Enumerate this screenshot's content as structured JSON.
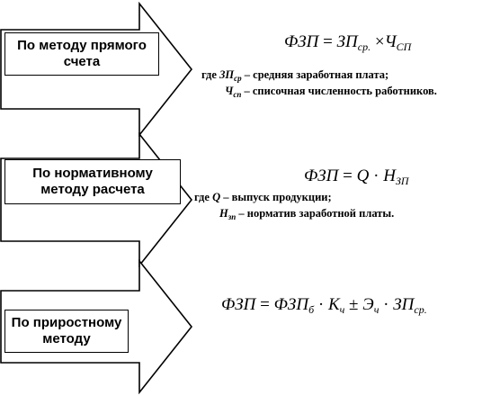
{
  "methods": [
    {
      "label": "По методу прямого счета",
      "formula": {
        "lhs": "ФЗП",
        "eq": "=",
        "t1": "ЗП",
        "t1_sub": "ср.",
        "op1": "×",
        "t2": "Ч",
        "t2_sub": "СП"
      },
      "notes": [
        {
          "prefix": "где ",
          "sym": "ЗП",
          "sub": "ср",
          "text": " – средняя заработная плата;"
        },
        {
          "prefix": "",
          "sym": "Ч",
          "sub": "сп",
          "text": " – списочная численность работников."
        }
      ]
    },
    {
      "label": "По нормативному методу расчета",
      "formula": {
        "lhs": "ФЗП",
        "eq": "=",
        "t1": "Q",
        "op1": "·",
        "t2": "Н",
        "t2_sub": "ЗП"
      },
      "notes": [
        {
          "prefix": "где ",
          "sym": "Q",
          "sub": "",
          "text": " – выпуск продукции;"
        },
        {
          "prefix": "",
          "sym": "Н",
          "sub": "зп",
          "text": " – норматив заработной платы."
        }
      ]
    },
    {
      "label": "По приростному методу",
      "formula": {
        "lhs": "ФЗП",
        "eq": "=",
        "t1": "ФЗП",
        "t1_sub": "б",
        "op1": "·",
        "t2": "К",
        "t2_sub": "ч",
        "op2": "±",
        "t3": "Э",
        "t3_sub": "ч",
        "op3": "·",
        "t4": "ЗП",
        "t4_sub": "ср."
      }
    }
  ]
}
